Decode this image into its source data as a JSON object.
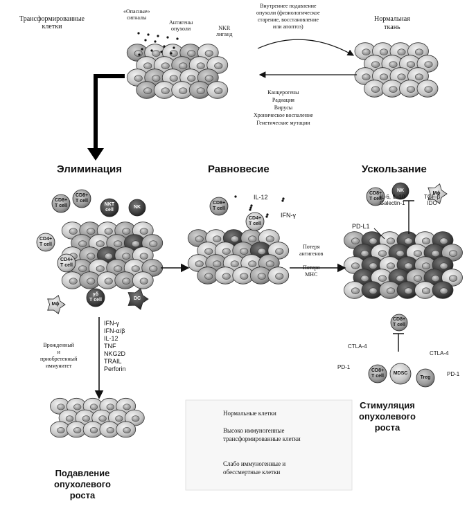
{
  "top": {
    "transformed_cells": "Трансформированные\nклетки",
    "danger_signals": "«Опасные»\nсигналы",
    "tumor_antigens": "Антигены\nопухоли",
    "nkg2d_ligands": "NKR\nлиганд",
    "normal_tissue": "Нормальная\nткань",
    "intrinsic_suppression": "Внутреннее подавление\nопухоли (физиологическое\nстарение, восстановление\nили апоптоз)",
    "causes": "Канцерогены\nРадиация\nВирусы\nХроническое воспаление\nГенетические мутации"
  },
  "phases": {
    "elimination": "Элиминация",
    "equilibrium": "Равновесие",
    "escape": "Ускользание"
  },
  "elimination": {
    "cells": [
      "CD8+\nT cell",
      "CD8+\nT cell",
      "NKT\ncell",
      "NK",
      "CD4+\nT cell",
      "CD4+\nT cell",
      "Mϕ",
      "γδ\nT cell",
      "DC"
    ],
    "immunity_label": "Врожденный\nи\nприобретенный\nиммунитет",
    "effectors": [
      "IFN-γ",
      "IFN-α/β",
      "IL-12",
      "TNF",
      "NKG2D",
      "TRAIL",
      "Perforin"
    ]
  },
  "equilibrium": {
    "cells": [
      "CD8+\nT cell",
      "CD4+\nT cell"
    ],
    "il12": "IL-12",
    "ifn": "IFN-γ",
    "arrow_label": "Потеря\nантигенов\n\nПотеря\nMHC"
  },
  "escape": {
    "cells": [
      "CD8+\nT cell",
      "NK",
      "Mϕ"
    ],
    "cytokines_left": "IL-6, IL-10\nGalectin-1",
    "cytokines_right": "TGF-β\nIDO",
    "pdl1": "PD-L1",
    "cd8": "CD8+\nT cell",
    "ctla4_left": "CTLA-4",
    "ctla4_right": "CTLA-4",
    "pd1_left": "PD-1",
    "pd1_right": "PD-1",
    "cd8_small": "CD8+\nT cell",
    "mdsc": "MDSC",
    "treg": "Treg"
  },
  "outcomes": {
    "suppression": "Подавление\nопухолевого\nроста",
    "stimulation": "Стимуляция\nопухолевого\nроста"
  },
  "legend": {
    "normal": "Нормальные клетки",
    "highly_immunogenic": "Высоко иммуногенные\nтрансформированные клетки",
    "weakly_immunogenic": "Слабо иммуногенные и\nобессмертные клетки"
  }
}
